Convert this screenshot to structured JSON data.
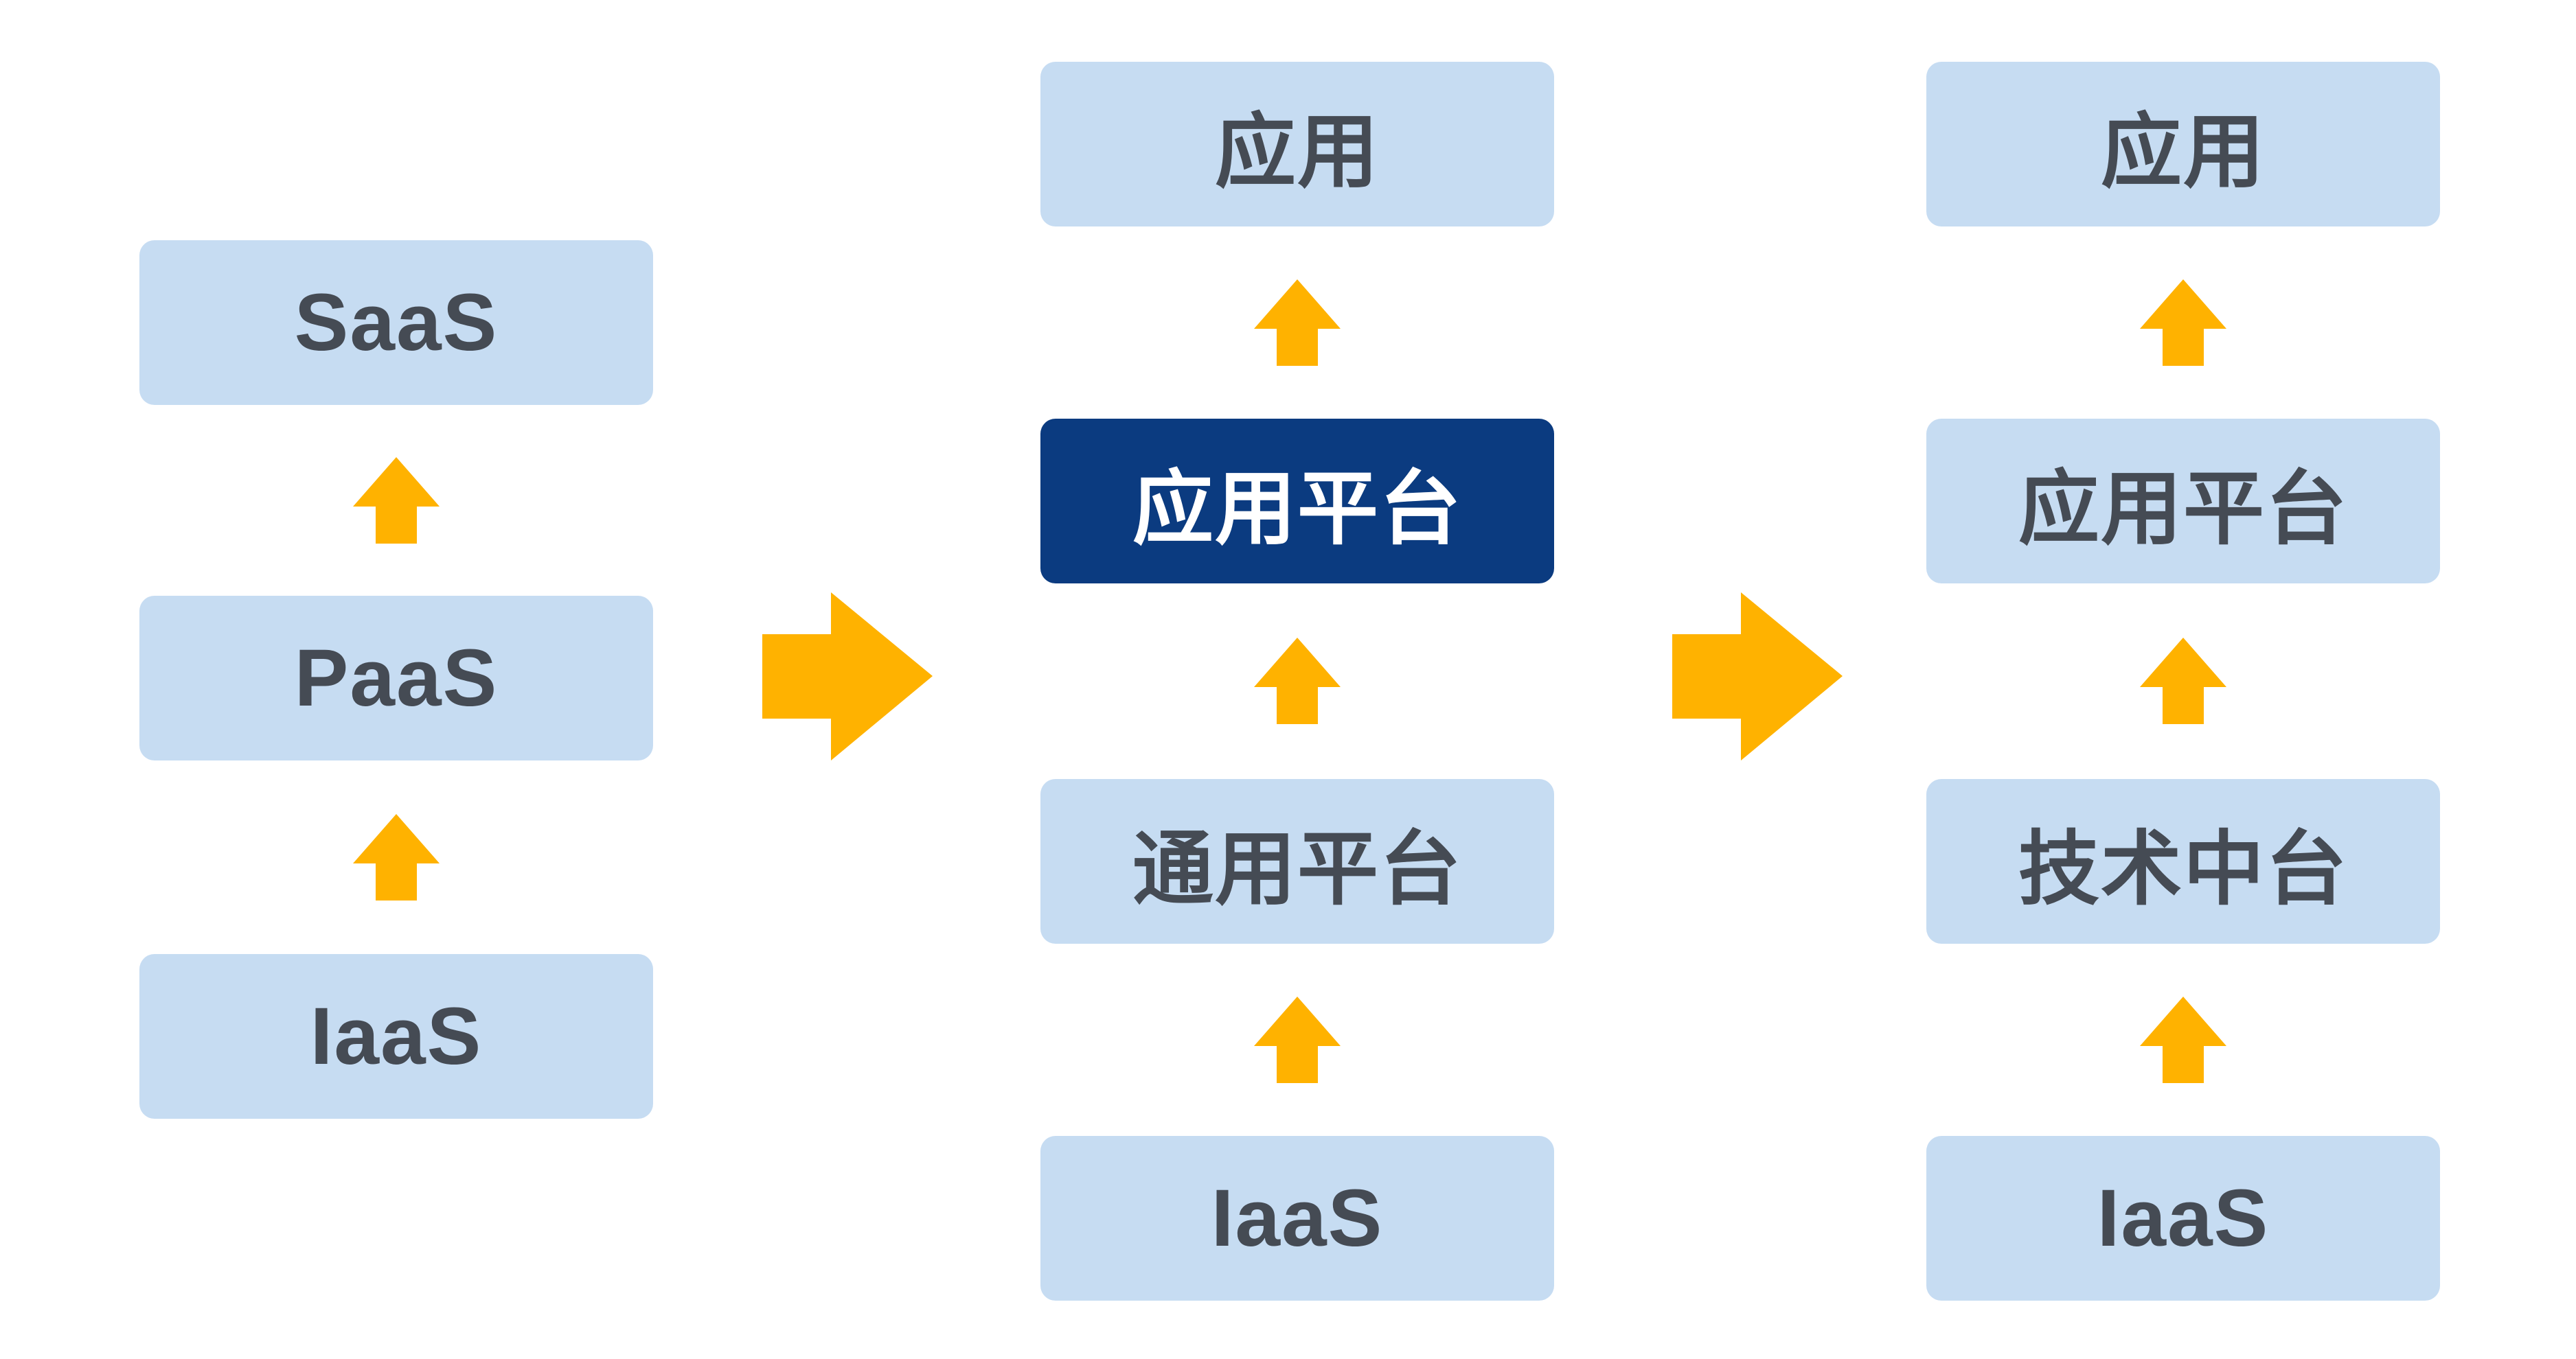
{
  "diagram": {
    "description": "platform-architecture-evolution",
    "columns": [
      {
        "id": "left",
        "boxes": [
          {
            "label": "SaaS"
          },
          {
            "label": "PaaS"
          },
          {
            "label": "IaaS"
          }
        ]
      },
      {
        "id": "middle",
        "boxes": [
          {
            "label": "应用"
          },
          {
            "label": "应用平台",
            "emphasis": true
          },
          {
            "label": "通用平台"
          },
          {
            "label": "IaaS"
          }
        ]
      },
      {
        "id": "right",
        "boxes": [
          {
            "label": "应用"
          },
          {
            "label": "应用平台"
          },
          {
            "label": "技术中台"
          },
          {
            "label": "IaaS"
          }
        ]
      }
    ],
    "colors": {
      "background": "#FFFFFF",
      "box_fill": "#C6DCF2",
      "box_text": "#454B54",
      "emphasis_fill": "#0B3B80",
      "emphasis_text": "#FFFFFF",
      "arrow": "#FFB200"
    }
  }
}
